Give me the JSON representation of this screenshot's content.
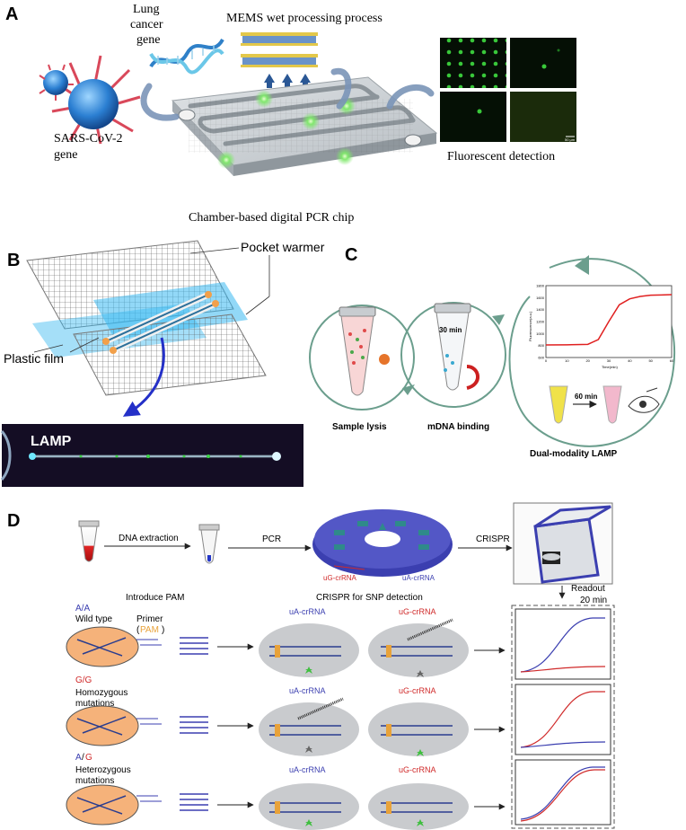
{
  "panel_a": {
    "letter": "A",
    "lung_cancer_gene": [
      "Lung",
      "cancer",
      "gene"
    ],
    "mems_title": "MEMS wet processing process",
    "sars_gene": [
      "SARS-CoV-2",
      "gene"
    ],
    "fluorescent_detection": "Fluorescent detection",
    "chip_caption": "Chamber-based digital PCR chip",
    "scale_bar": "50 μm"
  },
  "panel_b": {
    "letter": "B",
    "pocket_warmer": "Pocket warmer",
    "plastic_film": "Plastic film",
    "lamp": "LAMP"
  },
  "panel_c": {
    "letter": "C",
    "sample_lysis": "Sample lysis",
    "mdna_binding": "mDNA binding",
    "dual_modality": "Dual-modality LAMP",
    "time_30": "30 min",
    "time_60": "60 min",
    "plot_ylabel": "Fluorescence(a.u.)",
    "plot_xlabel": "Time(min)"
  },
  "panel_d": {
    "letter": "D",
    "dna_extraction": "DNA extraction",
    "pcr": "PCR",
    "crispr": "CRISPR",
    "uG_crRNA": "uG-crRNA",
    "uA_crRNA": "uA-crRNA",
    "introduce_pam": "Introduce PAM",
    "crispr_snp": "CRISPR for SNP detection",
    "readout": "Readout",
    "readout_time": "20 min",
    "primer": "Primer",
    "pam": "PAM",
    "row1_genotype": "A/A",
    "row1_desc": "Wild type",
    "row2_genotype": "G/G",
    "row2_desc1": "Homozygous",
    "row2_desc2": "mutations",
    "row3_genotype_a": "A",
    "row3_genotype_sep": "/",
    "row3_genotype_g": "G",
    "row3_desc1": "Heterozygous",
    "row3_desc2": "mutations"
  },
  "colors": {
    "blue_crRNA": "#3b3fb0",
    "red_crRNA": "#d02a2a",
    "pam_orange": "#e8a23a",
    "chip_gray": "#c9ced3",
    "film_cyan": "#38b8f0",
    "arrow_teal": "#5c8d80"
  },
  "chart_data": {
    "type": "line",
    "title": "",
    "xlabel": "Time(min)",
    "ylabel": "Fluorescence(a.u.)",
    "x": [
      0,
      10,
      20,
      25,
      30,
      35,
      40,
      45,
      50,
      55,
      60
    ],
    "series": [
      {
        "values": [
          810,
          812,
          820,
          900,
          1200,
          1480,
          1580,
          1620,
          1640,
          1645,
          1650
        ]
      }
    ],
    "xlim": [
      0,
      60
    ],
    "ylim": [
      600,
      1800
    ],
    "yticks": [
      600,
      800,
      1000,
      1200,
      1400,
      1600,
      1800
    ],
    "xticks": [
      0,
      10,
      20,
      30,
      40,
      50,
      60
    ]
  }
}
